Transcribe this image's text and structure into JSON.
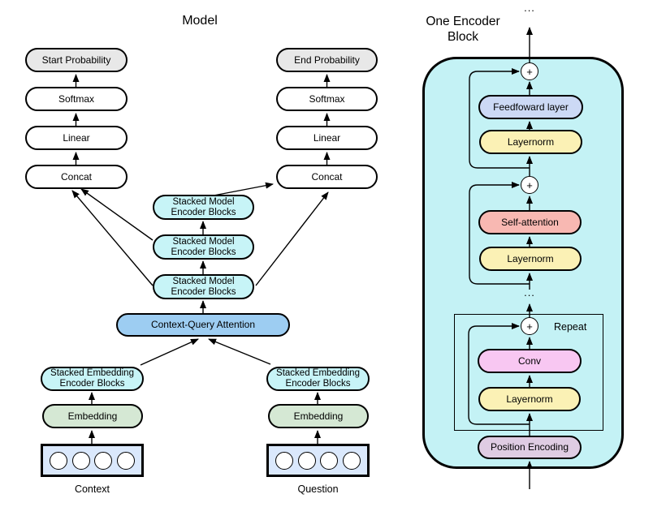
{
  "model_panel": {
    "title": "Model",
    "start_probability": "Start Probability",
    "end_probability": "End Probability",
    "softmax": "Softmax",
    "linear": "Linear",
    "concat": "Concat",
    "stacked_model_block": "Stacked Model\nEncoder Blocks",
    "context_query_attention": "Context-Query Attention",
    "stacked_embedding_block": "Stacked Embedding\nEncoder Blocks",
    "embedding": "Embedding",
    "context_label": "Context",
    "question_label": "Question"
  },
  "encoder_panel": {
    "title": "One Encoder\nBlock",
    "ellipsis": "...",
    "plus": "+",
    "feedforward": "Feedfoward layer",
    "layernorm": "Layernorm",
    "self_attention": "Self-attention",
    "repeat": "Repeat",
    "conv": "Conv",
    "position_encoding": "Position Encoding"
  },
  "colors": {
    "probability_fill": "#e8e8e8",
    "plain_fill": "#ffffff",
    "encoder_block_fill": "#c7f4f7",
    "attention_fill": "#9dcdf2",
    "embedding_fill": "#d5e8d4",
    "input_fill": "#dae8fc",
    "panel_fill": "#c4f2f5",
    "feedforward_fill": "#ccd9f5",
    "layernorm_fill": "#fbf1b5",
    "self_attention_fill": "#f8b8b2",
    "conv_fill": "#f8c7f2",
    "position_encoding_fill": "#dfcce3",
    "stroke": "#000000"
  }
}
